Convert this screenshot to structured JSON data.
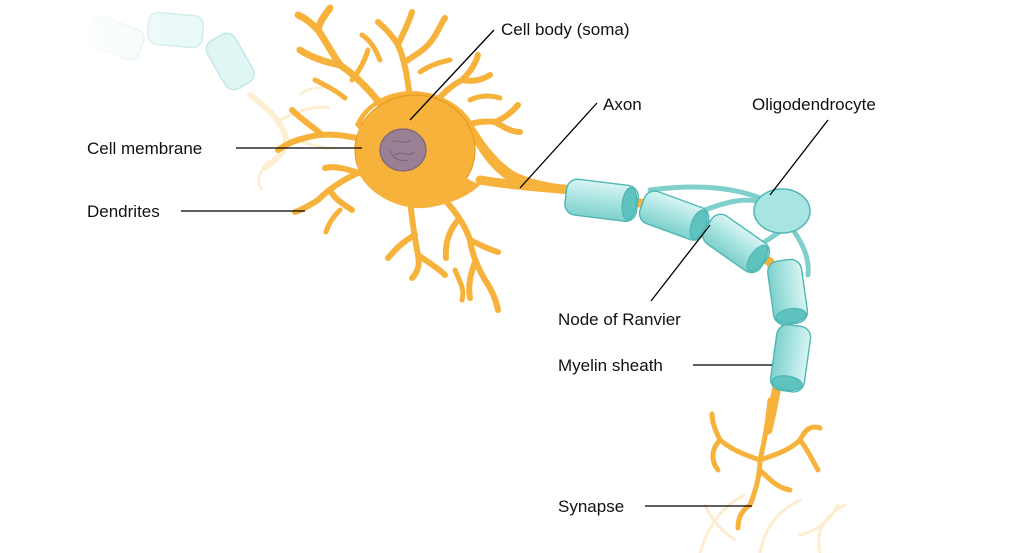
{
  "labels": {
    "cell_body": "Cell body (soma)",
    "axon": "Axon",
    "oligodendrocyte": "Oligodendrocyte",
    "cell_membrane": "Cell membrane",
    "dendrites": "Dendrites",
    "node_of_ranvier": "Node of Ranvier",
    "myelin_sheath": "Myelin sheath",
    "synapse": "Synapse"
  },
  "colors": {
    "neuron": "#f7b23b",
    "neuron_outline": "#e89a1c",
    "nucleus": "#9a7f95",
    "myelin": "#a8e4e1",
    "myelin_outline": "#4fb7b4",
    "faded_neuron": "#fbe3b0",
    "leader_line": "#000000"
  }
}
